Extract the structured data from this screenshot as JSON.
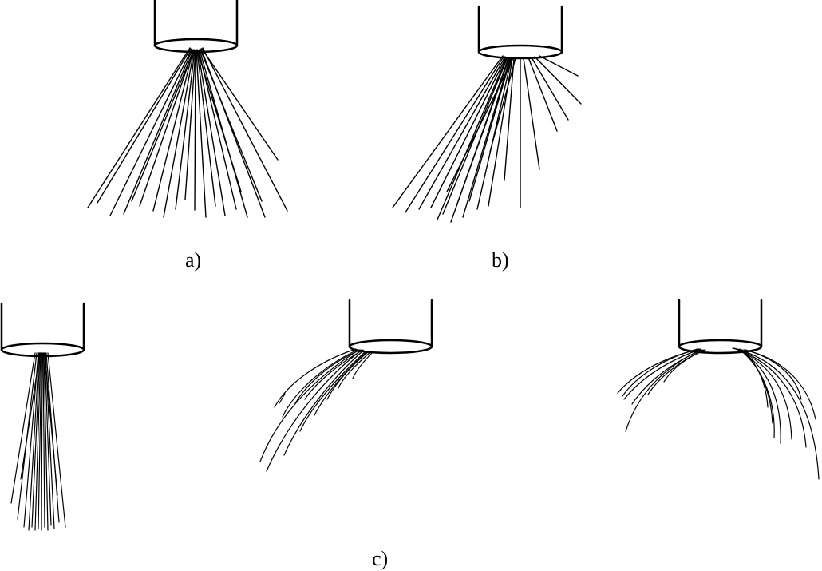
{
  "labels": {
    "a": "a)",
    "b": "b)",
    "c": "c)"
  },
  "colors": {
    "ink": "#000000",
    "background": "#ffffff"
  }
}
